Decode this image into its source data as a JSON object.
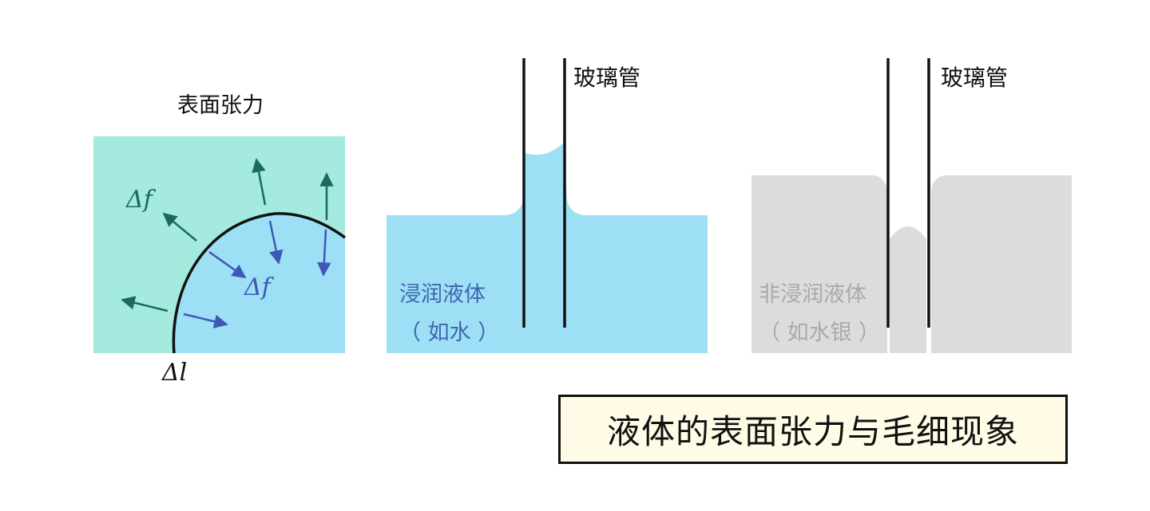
{
  "panel1": {
    "title": "表面张力",
    "delta_f_outer": "Δf",
    "delta_f_inner": "Δf",
    "delta_l": "Δl",
    "colors": {
      "outer": "#a4eadf",
      "inner": "#9ddff5",
      "arrow_outer": "#1a6b5e",
      "arrow_inner": "#3f57b5"
    }
  },
  "panel2": {
    "tube_label": "玻璃管",
    "liquid_label": "浸润液体",
    "liquid_example": "（ 如水 ）",
    "colors": {
      "liquid": "#9ddff5",
      "text": "#3f66b0"
    }
  },
  "panel3": {
    "tube_label": "玻璃管",
    "liquid_label": "非浸润液体",
    "liquid_example": "（ 如水银 ）",
    "colors": {
      "liquid": "#dcdcdc",
      "text": "#aaaaaa"
    }
  },
  "main_title": "液体的表面张力与毛细现象"
}
